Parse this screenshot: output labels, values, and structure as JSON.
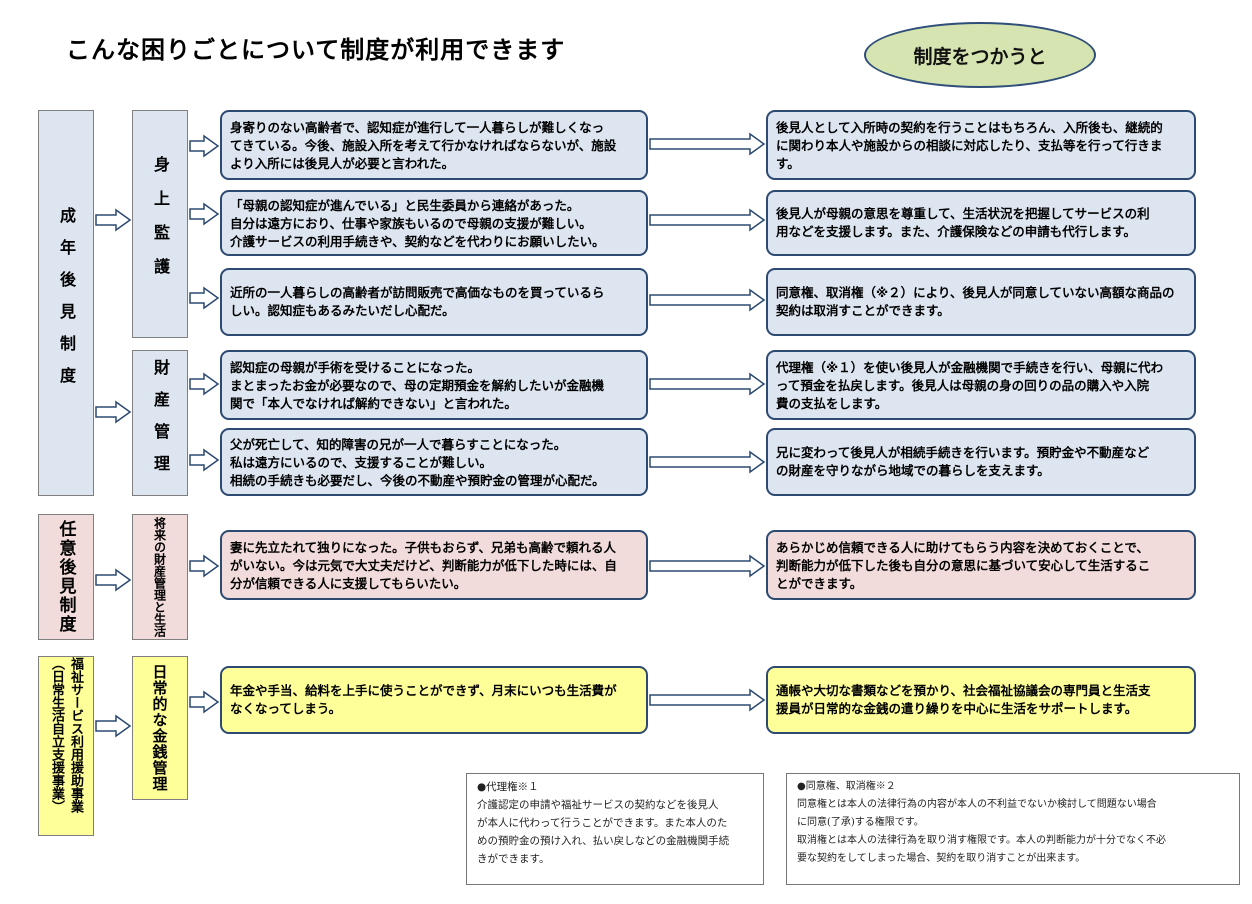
{
  "title": "こんな困りごとについて制度が利用できます",
  "header_badge": "制度をつかうと",
  "categories": {
    "guardianship": "成年後見制度",
    "voluntary": "任意後見制度",
    "daily_support": {
      "line1": "福祉サービス利用援助事業",
      "line2": "（日常生活自立支援事業）"
    }
  },
  "subcategories": {
    "personal_care": "身上監護",
    "asset_management": "財産管理",
    "future": {
      "line1": "将来の財産管理",
      "line2": "と生活"
    },
    "daily_money": "日常的な金銭管理"
  },
  "problems": {
    "p1": [
      "身寄りのない高齢者で、認知症が進行して一人暮らしが難しくなっ",
      "てきている。今後、施設入所を考えて行かなければならないが、施設",
      "より入所には後見人が必要と言われた。"
    ],
    "p2": [
      "「母親の認知症が進んでいる」と民生委員から連絡があった。",
      "自分は遠方におり、仕事や家族もいるので母親の支援が難しい。",
      "介護サービスの利用手続きや、契約などを代わりにお願いしたい。"
    ],
    "p3": [
      "近所の一人暮らしの高齢者が訪問販売で高価なものを買っているら",
      "しい。認知症もあるみたいだし心配だ。"
    ],
    "p4": [
      "認知症の母親が手術を受けることになった。",
      "まとまったお金が必要なので、母の定期預金を解約したいが金融機",
      "関で「本人でなければ解約できない」と言われた。"
    ],
    "p5": [
      "父が死亡して、知的障害の兄が一人で暮らすことになった。",
      "私は遠方にいるので、支援することが難しい。",
      "相続の手続きも必要だし、今後の不動産や預貯金の管理が心配だ。"
    ],
    "p6": [
      "妻に先立たれて独りになった。子供もおらず、兄弟も高齢で頼れる人",
      "がいない。今は元気で大丈夫だけど、判断能力が低下した時には、自",
      "分が信頼できる人に支援してもらいたい。"
    ],
    "p7": [
      "年金や手当、給料を上手に使うことができず、月末にいつも生活費が",
      "なくなってしまう。"
    ]
  },
  "solutions": {
    "s1": [
      "後見人として入所時の契約を行うことはもちろん、入所後も、継続的",
      "に関わり本人や施設からの相談に対応したり、支払等を行って行きま",
      "す。"
    ],
    "s2": [
      "後見人が母親の意思を尊重して、生活状況を把握してサービスの利",
      "用などを支援します。また、介護保険などの申請も代行します。"
    ],
    "s3": [
      "同意権、取消権（※２）により、後見人が同意していない高額な商品の",
      "契約は取消すことができます。"
    ],
    "s4": [
      "代理権（※１）を使い後見人が金融機関で手続きを行い、母親に代わ",
      "って預金を払戻します。後見人は母親の身の回りの品の購入や入院",
      "費の支払をします。"
    ],
    "s5": [
      "兄に変わって後見人が相続手続きを行います。預貯金や不動産など",
      "の財産を守りながら地域での暮らしを支えます。"
    ],
    "s6": [
      "あらかじめ信頼できる人に助けてもらう内容を決めておくことで、",
      "判断能力が低下した後も自分の意思に基づいて安心して生活するこ",
      "とができます。"
    ],
    "s7": [
      "通帳や大切な書類などを預かり、社会福祉協議会の専門員と生活支",
      "援員が日常的な金銭の遣り繰りを中心に生活をサポートします。"
    ]
  },
  "notes": {
    "note1": {
      "heading": "●代理権※１",
      "lines": [
        "介護認定の申請や福祉サービスの契約などを後見人",
        "が本人に代わって行うことができます。また本人のた",
        "めの預貯金の預け入れ、払い戻しなどの金融機関手続",
        "きができます。"
      ]
    },
    "note2": {
      "heading": "●同意権、取消権※２",
      "lines": [
        "同意権とは本人の法律行為の内容が本人の不利益でないか検討して問題ない場合",
        "に同意(了承)する権限です。",
        "取消権とは本人の法律行為を取り消す権限です。本人の判断能力が十分でなく不必",
        "要な契約をしてしまった場合、契約を取り消すことが出来ます。"
      ]
    }
  },
  "colors": {
    "blue_fill": "#dce5f0",
    "pink_fill": "#f2dcdb",
    "yellow_fill": "#ffff99",
    "badge_fill": "#d5e4b0",
    "border": "#2c4a72"
  }
}
